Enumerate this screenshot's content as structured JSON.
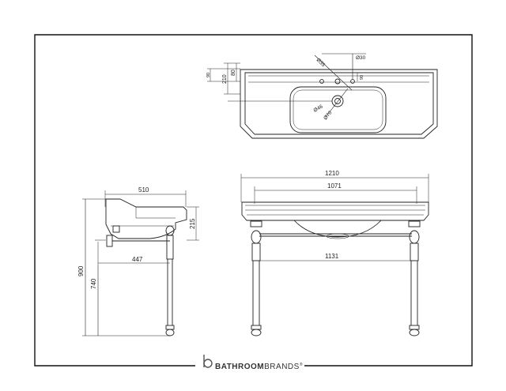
{
  "dimensions": {
    "top_view": {
      "d35": "Ø35",
      "d30": "Ø30",
      "d46": "Ø46",
      "d70": "Ø70",
      "v90_left": "90",
      "v80": "80",
      "v210": "210",
      "v90_right": "90"
    },
    "front_view": {
      "width_1210": "1210",
      "width_1071": "1071",
      "width_1131": "1131"
    },
    "side_view": {
      "width_510": "510",
      "height_215": "215",
      "depth_447": "447",
      "height_900": "900",
      "height_740": "740"
    }
  },
  "brand": {
    "name_bold": "BATHROOM",
    "name_light": "BRANDS",
    "mark": "®"
  }
}
